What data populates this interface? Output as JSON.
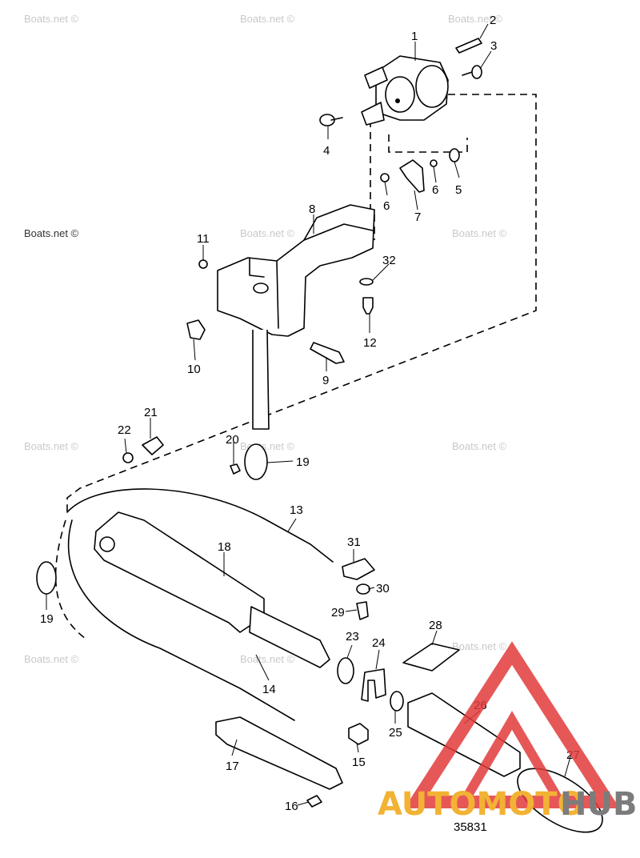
{
  "watermark": "Boats.net ©",
  "diagram_number": "35831",
  "logo": {
    "text_a": "AUTOMOTO",
    "text_b": "HUB",
    "color_red": "#e23b3b",
    "color_gold": "#f2b233",
    "color_gray": "#7c7c7c"
  },
  "callouts": {
    "c1": "1",
    "c2": "2",
    "c3": "3",
    "c4": "4",
    "c5": "5",
    "c6a": "6",
    "c6b": "6",
    "c7": "7",
    "c8": "8",
    "c9": "9",
    "c10": "10",
    "c11": "11",
    "c12": "12",
    "c13": "13",
    "c14": "14",
    "c15": "15",
    "c16": "16",
    "c17": "17",
    "c18": "18",
    "c19a": "19",
    "c19b": "19",
    "c20": "20",
    "c21": "21",
    "c22": "22",
    "c23": "23",
    "c24": "24",
    "c25": "25",
    "c26": "26",
    "c27": "27",
    "c28": "28",
    "c29": "29",
    "c30": "30",
    "c31": "31",
    "c32": "32"
  }
}
